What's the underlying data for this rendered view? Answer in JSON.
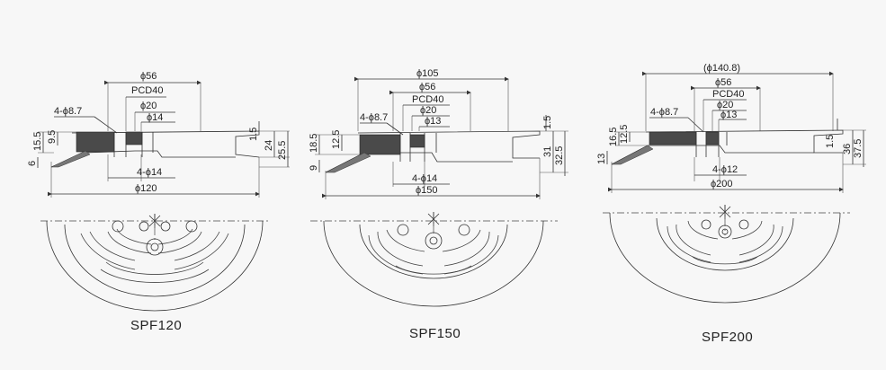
{
  "diagrams": [
    {
      "caption": "SPF120",
      "dims": {
        "d_outer": "ϕ56",
        "pcd": "PCD40",
        "d20": "ϕ20",
        "d14": "ϕ14",
        "holes": "4-ϕ8.7",
        "h15_5": "15.5",
        "h9_5": "9.5",
        "h6": "6",
        "h1_5": "1.5",
        "h24": "24",
        "h25_5": "25.5",
        "bottom_holes": "4-ϕ14",
        "d_bottom": "ϕ120"
      }
    },
    {
      "caption": "SPF150",
      "dims": {
        "d_top": "ϕ105",
        "d_outer": "ϕ56",
        "pcd": "PCD40",
        "d20": "ϕ20",
        "d13": "ϕ13",
        "holes": "4-ϕ8.7",
        "h18_5": "18.5",
        "h12_5": "12.5",
        "h9": "9",
        "h1_5": "1.5",
        "h31": "31",
        "h32_5": "32.5",
        "bottom_holes": "4-ϕ14",
        "d_bottom": "ϕ150"
      }
    },
    {
      "caption": "SPF200",
      "dims": {
        "d_top": "(ϕ140.8)",
        "d_outer": "ϕ56",
        "pcd": "PCD40",
        "d20": "ϕ20",
        "d13": "ϕ13",
        "holes": "4-ϕ8.7",
        "h16_5": "16.5",
        "h12_5": "12.5",
        "h13": "13",
        "h1_5": "1.5",
        "h36": "36",
        "h37_5": "37.5",
        "bottom_holes": "4-ϕ12",
        "d_bottom": "ϕ200"
      }
    }
  ]
}
